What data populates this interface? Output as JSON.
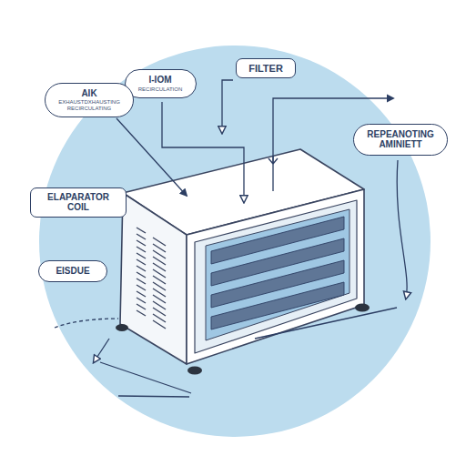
{
  "diagram": {
    "nodes": [
      {
        "text": [
          "FILTER"
        ]
      },
      {
        "text": [
          "I-IOM",
          "RECIRCULATION"
        ]
      },
      {
        "text": [
          "AIK",
          "EXHAUSTDXHAUSTING RECIRCULATING"
        ]
      },
      {
        "text": [
          "REPEANOTING AMINIETT"
        ]
      },
      {
        "text": [
          "ELAPARATOR COIL"
        ]
      },
      {
        "text": [
          "EISDUE"
        ]
      }
    ]
  }
}
